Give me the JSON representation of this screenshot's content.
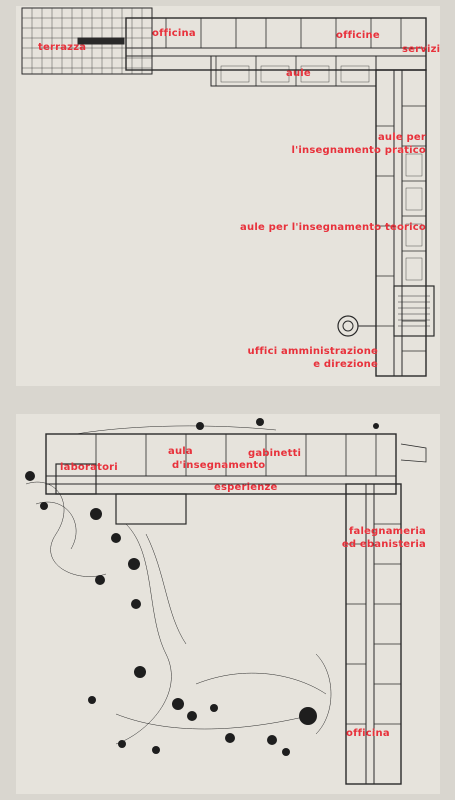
{
  "plan_top": {
    "labels": {
      "terrazza": "terrazza",
      "officina": "officina",
      "officine": "officine",
      "servizi": "servizi",
      "aule": "aule",
      "aule_pratico_1": "aule per",
      "aule_pratico_2": "l'insegnamento pratico",
      "aule_teorico": "aule per l'insegnamento teorico",
      "uffici_1": "uffici amministrazione",
      "uffici_2": "e direzione"
    }
  },
  "plan_bottom": {
    "labels": {
      "laboratori": "laboratori",
      "aula_1": "aula",
      "aula_2": "d'insegnamento",
      "gabinetti_1": "gabinetti",
      "gabinetti_2": "esperienze",
      "falegnameria_1": "falegnameria",
      "falegnameria_2": "ed ebanisteria",
      "officina": "officina"
    }
  },
  "colors": {
    "paper": "#e6e3dc",
    "ink": "#2a2a2a",
    "label": "#e8313b"
  }
}
